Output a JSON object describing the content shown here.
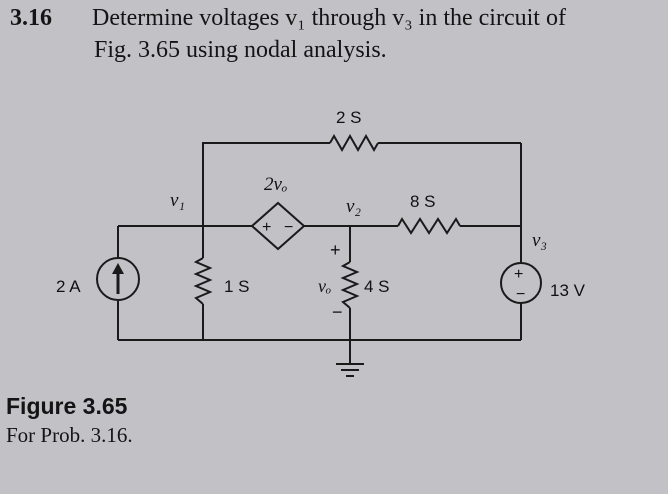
{
  "problem": {
    "number": "3.16",
    "line1": "Determine voltages v₁ through v₃ in the circuit of",
    "line2": "Fig. 3.65 using nodal analysis."
  },
  "figure": {
    "title": "Figure 3.65",
    "subtitle": "For Prob. 3.16."
  },
  "circuit": {
    "nodes": {
      "v1": "v₁",
      "v2": "v₂",
      "v3": "v₃"
    },
    "current_source": "2 A",
    "resistor_1s": "1 S",
    "resistor_2s": "2 S",
    "resistor_8s": "8 S",
    "resistor_4s": "4 S",
    "dependent_source": "2vₒ",
    "dep_plus": "+",
    "dep_minus": "−",
    "vo_label": "vₒ",
    "vo_plus": "+",
    "vo_minus": "−",
    "voltage_source": "13 V",
    "vs_plus": "+",
    "vs_minus": "−"
  }
}
